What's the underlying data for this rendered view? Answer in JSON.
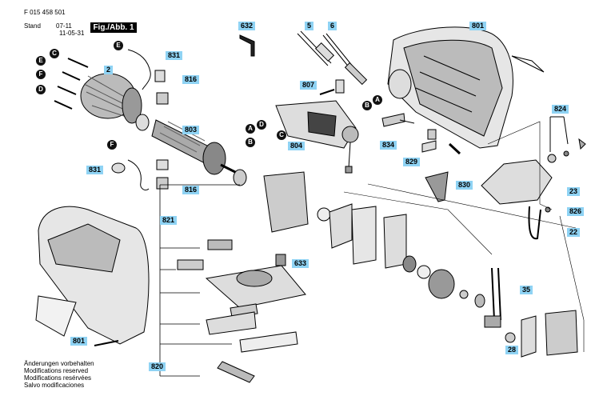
{
  "header": {
    "part_number": "F 015 458 501",
    "stand_label": "Stand",
    "stand_mark": "07-11",
    "date": "11-05-31",
    "figure_label": "Fig./Abb. 1"
  },
  "labels": {
    "l632": "632",
    "l5": "5",
    "l6": "6",
    "l801_top": "801",
    "l2": "2",
    "l831_top": "831",
    "l816_top": "816",
    "l807": "807",
    "l803": "803",
    "l804": "804",
    "l834": "834",
    "l829": "829",
    "l830": "830",
    "l824": "824",
    "l23": "23",
    "l826": "826",
    "l22": "22",
    "l831_mid": "831",
    "l816_mid": "816",
    "l821": "821",
    "l633": "633",
    "l35": "35",
    "l28": "28",
    "l801_bot": "801",
    "l820": "820"
  },
  "callouts": {
    "e1": "E",
    "c1": "C",
    "e2": "E",
    "f1": "F",
    "d1": "D",
    "b1": "B",
    "a1": "A",
    "a2": "A",
    "d2": "D",
    "c2": "C",
    "b2": "B",
    "f2": "F"
  },
  "footer": {
    "line1": "Änderungen vorbehalten",
    "line2": "Modifications reserved",
    "line3": "Modifications resérvées",
    "line4": "Salvo modificaciones"
  },
  "colors": {
    "label_bg": "#8fd3f4",
    "ink": "#000000"
  }
}
